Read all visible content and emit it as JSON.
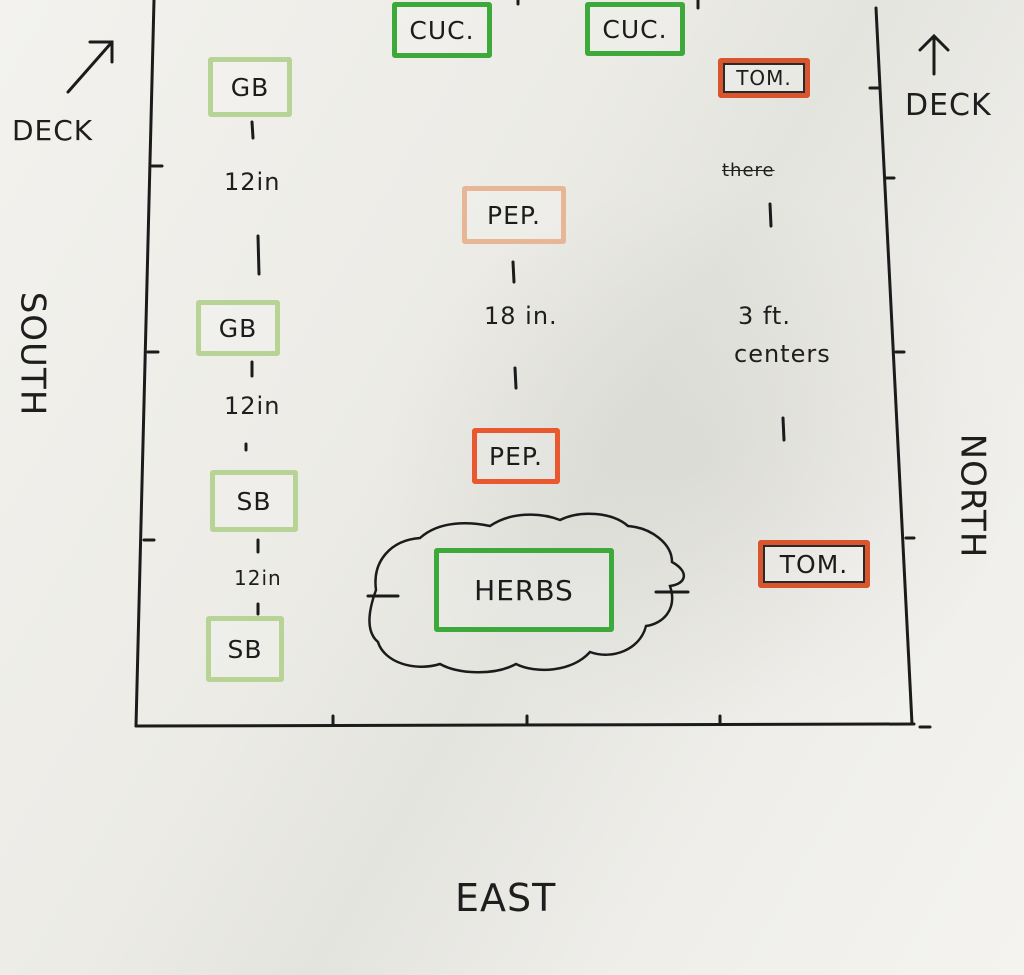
{
  "directions": {
    "top_left": "DECK",
    "top_right": "DECK",
    "left": "SOUTH",
    "right": "NORTH",
    "bottom": "EAST"
  },
  "plants": {
    "cuc_1": "CUC.",
    "cuc_2": "CUC.",
    "tom_top": "TOM.",
    "gb_1": "GB",
    "gb_2": "GB",
    "sb_1": "SB",
    "sb_2": "SB",
    "pep_1": "PEP.",
    "pep_2": "PEP.",
    "herbs": "HERBS",
    "tom_bottom": "TOM."
  },
  "spacing": {
    "gb_gap": "12in",
    "gb_sb_gap": "12in",
    "sb_gap": "12in",
    "pep_gap": "18 in.",
    "tom_line1": "3 ft.",
    "tom_line2": "centers",
    "scribble": "there"
  },
  "colors": {
    "light_green": "#b7d396",
    "green": "#3ea93b",
    "peach": "#e6b696",
    "orange": "#e9582f"
  }
}
